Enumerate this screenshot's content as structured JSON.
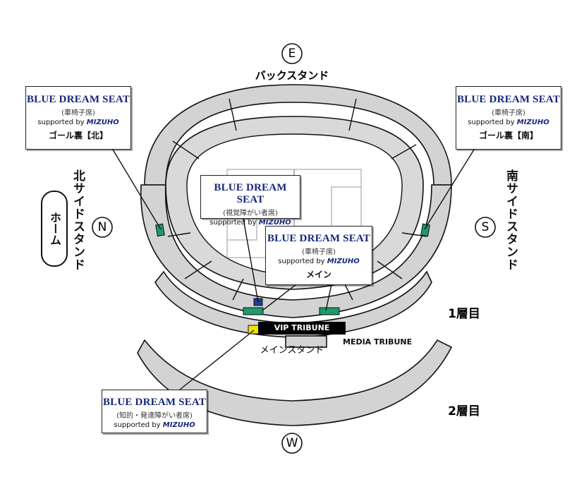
{
  "compass": {
    "east": "E",
    "west": "W",
    "north": "N",
    "south": "S"
  },
  "stands": {
    "back": "バックスタンド",
    "main": "メインスタンド",
    "north": "北サイドスタンド",
    "south": "南サイドスタンド",
    "home": "ホーム"
  },
  "tiers": {
    "first": "1層目",
    "second": "2層目"
  },
  "tribunes": {
    "vip": "VIP TRIBUNE",
    "media": "MEDIA TRIBUNE"
  },
  "cards": [
    {
      "title": "BLUE DREAM SEAT",
      "sub": "(車椅子席)",
      "supported_by": "supported by",
      "brand": "MIZUHO",
      "location": "ゴール裏【北】"
    },
    {
      "title": "BLUE DREAM SEAT",
      "sub": "(車椅子席)",
      "supported_by": "supported by",
      "brand": "MIZUHO",
      "location": "ゴール裏【南】"
    },
    {
      "title": "BLUE DREAM SEAT",
      "sub": "(視覚障がい者席)",
      "supported_by": "supported by",
      "brand": "MIZUHO",
      "location": ""
    },
    {
      "title": "BLUE DREAM SEAT",
      "sub": "(車椅子席)",
      "supported_by": "supported by",
      "brand": "MIZUHO",
      "location": "メイン"
    },
    {
      "title": "BLUE DREAM SEAT",
      "sub": "(知的・発達障がい者席)",
      "supported_by": "supported by",
      "brand": "MIZUHO",
      "location": ""
    }
  ],
  "colors": {
    "wheelchair_seat": "#1f9a6a",
    "visual_seat": "#1c3f93",
    "intellectual_seat": "#f2e10b",
    "stand_fill": "#d3d3d3",
    "brand_navy": "#15287a"
  }
}
